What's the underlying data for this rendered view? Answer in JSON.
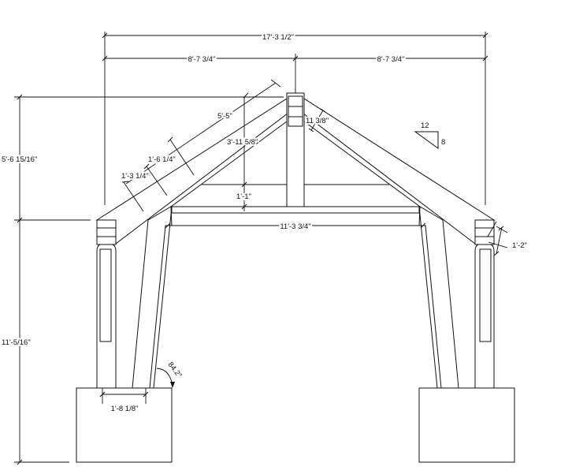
{
  "dimensions": {
    "overall_span": "17'-3 1/2\"",
    "half_span_left": "8'-7 3/4\"",
    "half_span_right": "8'-7 3/4\"",
    "roof_height": "5'-6 15/16\"",
    "wall_height": "11'-5/16\"",
    "rafter_length": "5'-5\"",
    "brace_1": "1'-6 1/4\"",
    "brace_2": "1'-3 1/4\"",
    "ridge_depth": "11 3/8\"",
    "king_post_height": "3'-11 5/8\"",
    "tie_beam_depth": "1'-1\"",
    "clear_span": "11'-3 3/4\"",
    "eave_depth": "1'-2\"",
    "post_width": "1'-8 1/8\"",
    "brace_angle": "84.2°"
  },
  "roof_pitch": {
    "rise": "8",
    "run": "12"
  }
}
